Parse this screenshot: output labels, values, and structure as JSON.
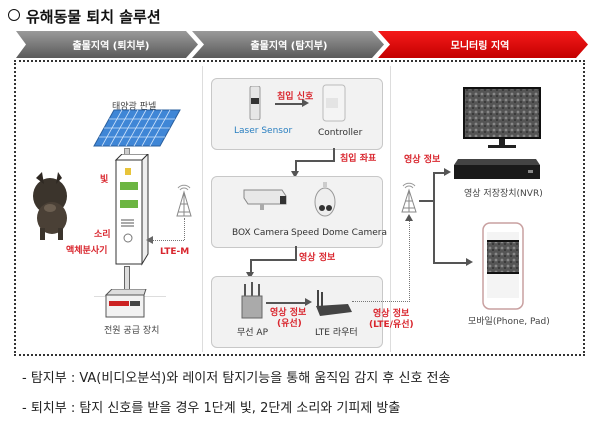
{
  "title": "유해동물 퇴치 솔루션",
  "steps": [
    {
      "label": "출몰지역 (퇴치부)",
      "color": "#707070"
    },
    {
      "label": "출몰지역 (탐지부)",
      "color": "#707070"
    },
    {
      "label": "모니터링 지역",
      "color": "#e00000"
    }
  ],
  "repel": {
    "solar_panel": "태양광 판넬",
    "light": "빛",
    "sound": "소리",
    "sprayer": "액체분사기",
    "lte": "LTE-M",
    "power": "전원 공급 장치"
  },
  "detect": {
    "laser_sensor": "Laser Sensor",
    "intrusion_signal": "침입 신호",
    "controller": "Controller",
    "intrusion_coords": "침입 좌표",
    "box_camera": "BOX Camera",
    "dome_camera": "Speed Dome Camera",
    "video_info": "영상 정보",
    "wireless_ap": "무선 AP",
    "video_info_wired_1": "영상 정보",
    "video_info_wired_2": "(유선)",
    "lte_router": "LTE 라우터",
    "video_info_lte_1": "영상 정보",
    "video_info_lte_2": "(LTE/유선)"
  },
  "monitor": {
    "video_info": "영상 정보",
    "nvr": "영상 저장장치(NVR)",
    "mobile": "모바일(Phone, Pad)"
  },
  "notes": [
    "- 탐지부 : VA(비디오분석)와 레이저 탐지기능을 통해 움직임 감지 후 신호 전송",
    "- 퇴치부 : 탐지 신호를 받을 경우 1단계 빛, 2단계 소리와 기피제 방출"
  ]
}
